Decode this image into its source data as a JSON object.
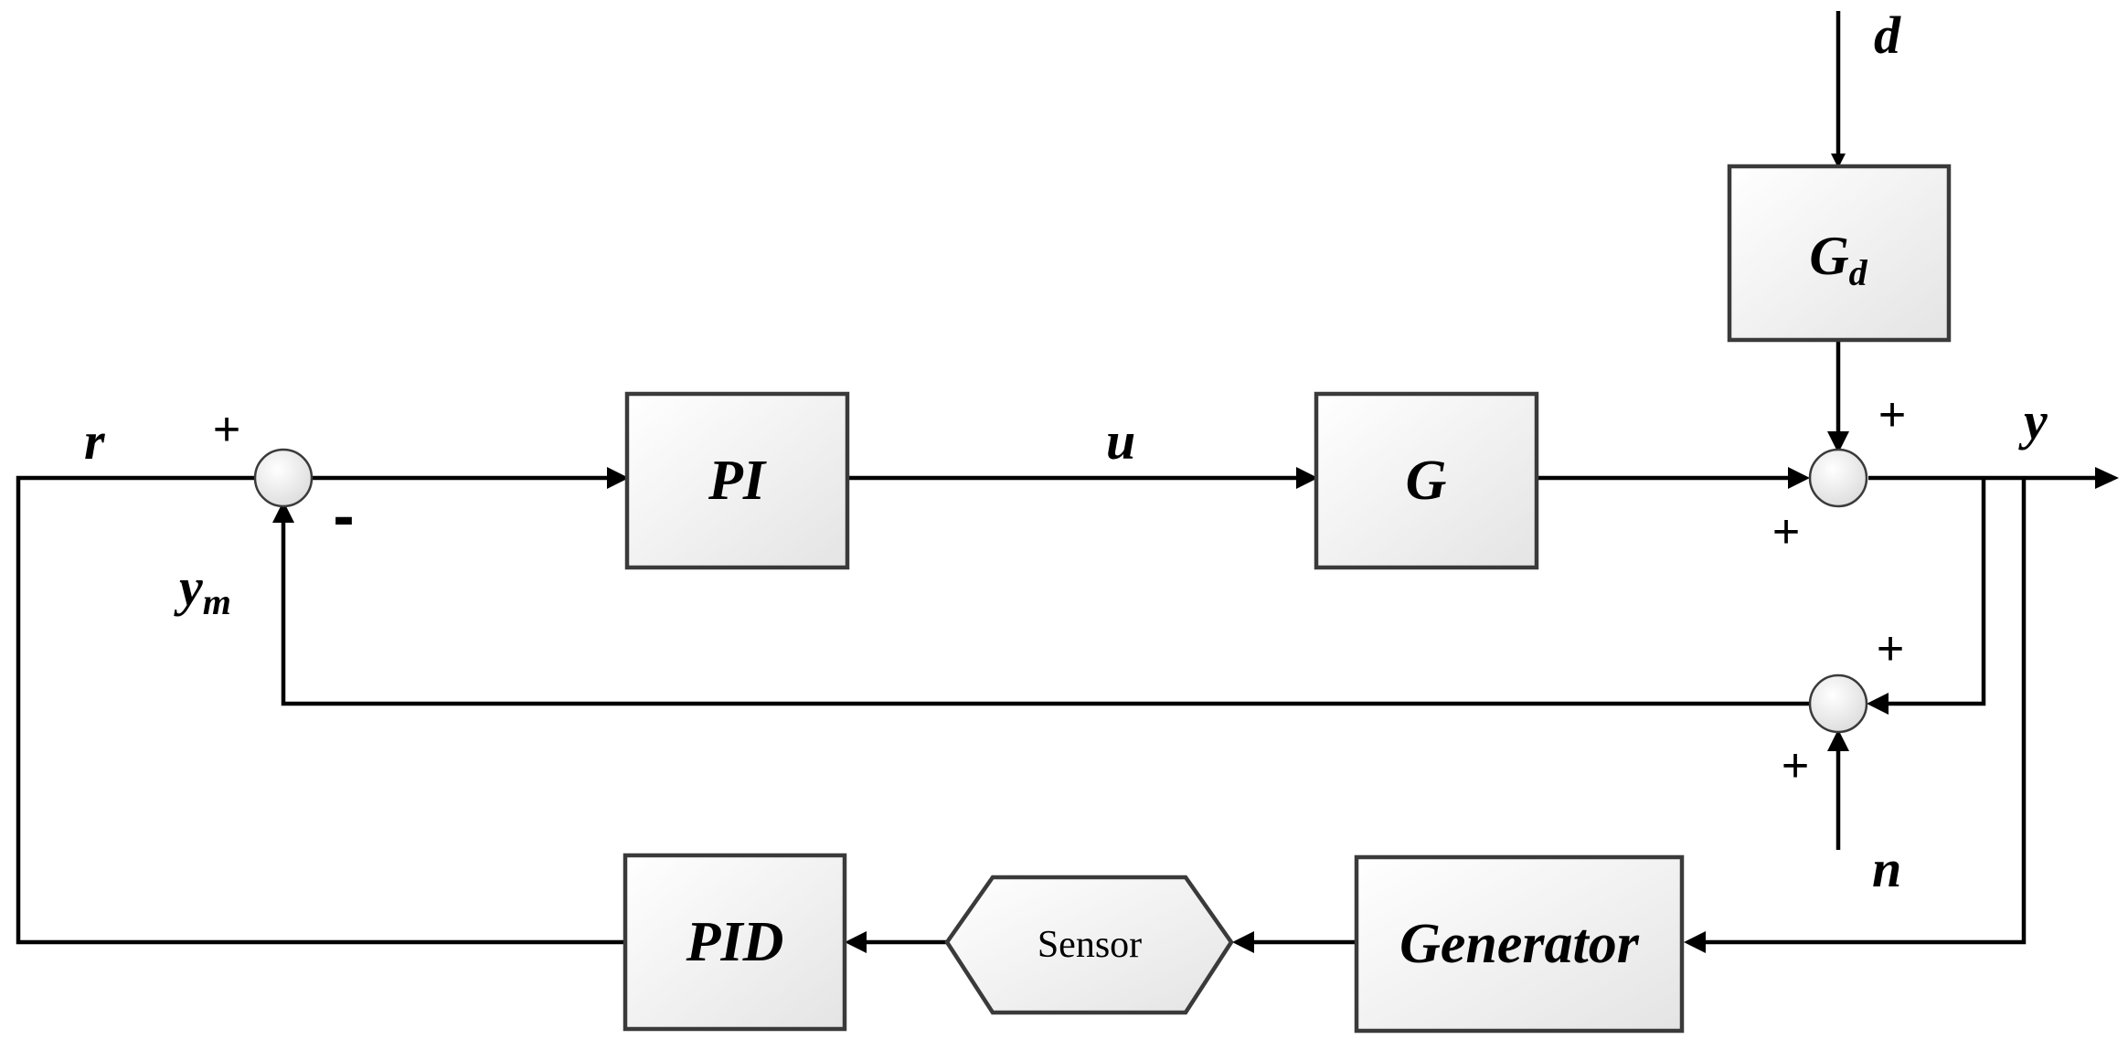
{
  "blocks": {
    "pi": "PI",
    "g": "G",
    "gd_main": "G",
    "gd_sub": "d",
    "pid": "PID",
    "sensor": "Sensor",
    "generator": "Generator"
  },
  "signals": {
    "r": "r",
    "u": "u",
    "y": "y",
    "ym_main": "y",
    "ym_sub": "m",
    "d": "d",
    "n": "n"
  },
  "signs": {
    "sum1_top": "+",
    "sum1_bottom": "-",
    "sum2_top": "+",
    "sum2_left": "+",
    "sum3_right": "+",
    "sum3_bottom": "+"
  }
}
